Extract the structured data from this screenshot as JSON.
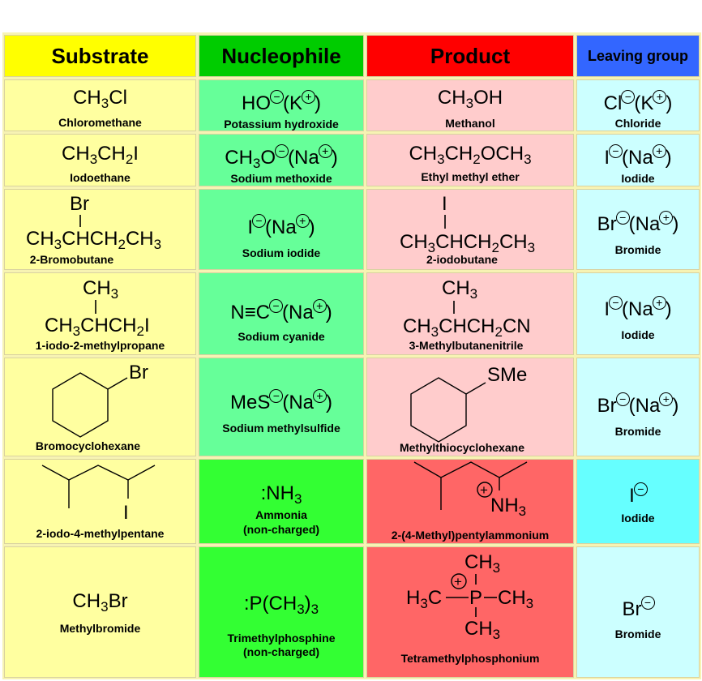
{
  "headers": {
    "substrate": "Substrate",
    "nucleophile": "Nucleophile",
    "product": "Product",
    "leaving_group": "Leaving group"
  },
  "colors": {
    "substrate_header": "#ffff00",
    "nucleophile_header": "#00cc00",
    "product_header": "#ff0000",
    "leaving_header": "#3366ff",
    "substrate_cell": "#ffffa0",
    "nucleophile_cell": "#66ff99",
    "nucleophile_cell_bright": "#33ff33",
    "product_cell": "#ffcccc",
    "product_cell_dark": "#ff6666",
    "leaving_cell": "#ccffff",
    "leaving_cell_dark": "#66ffff"
  },
  "symbols": {
    "minus": "−",
    "plus": "+"
  },
  "rows": [
    {
      "substrate": {
        "formula": [
          "CH",
          "3",
          "Cl"
        ],
        "name": "Chloromethane"
      },
      "nucleophile": {
        "formula": [
          "HO",
          "(K",
          ")"
        ],
        "name": "Potassium hydroxide"
      },
      "product": {
        "formula": [
          "CH",
          "3",
          "OH"
        ],
        "name": "Methanol"
      },
      "leaving": {
        "formula": [
          "Cl",
          "(K",
          ")"
        ],
        "name": "Chloride"
      }
    },
    {
      "substrate": {
        "formula": [
          "CH",
          "3",
          "CH",
          "2",
          "I"
        ],
        "name": "Iodoethane"
      },
      "nucleophile": {
        "formula": [
          "CH",
          "3",
          "O",
          "(Na",
          ")"
        ],
        "name": "Sodium methoxide"
      },
      "product": {
        "formula": [
          "CH",
          "3",
          "CH",
          "2",
          "OCH",
          "3"
        ],
        "name": "Ethyl methyl ether"
      },
      "leaving": {
        "formula": [
          "I",
          "(Na",
          ")"
        ],
        "name": "Iodide"
      }
    },
    {
      "substrate": {
        "top": "Br",
        "formula": [
          "CH",
          "3",
          "CHCH",
          "2",
          "CH",
          "3"
        ],
        "name": "2-Bromobutane"
      },
      "nucleophile": {
        "formula": [
          "I",
          "(Na",
          ")"
        ],
        "name": "Sodium iodide"
      },
      "product": {
        "top": "I",
        "formula": [
          "CH",
          "3",
          "CHCH",
          "2",
          "CH",
          "3"
        ],
        "name": "2-iodobutane"
      },
      "leaving": {
        "formula": [
          "Br",
          "(Na",
          ")"
        ],
        "name": "Bromide"
      }
    },
    {
      "substrate": {
        "top": [
          "CH",
          "3"
        ],
        "formula": [
          "CH",
          "3",
          "CHCH",
          "2",
          "I"
        ],
        "name": "1-iodo-2-methylpropane"
      },
      "nucleophile": {
        "formula": [
          "N",
          "≡",
          "C",
          "(Na",
          ")"
        ],
        "name": "Sodium cyanide"
      },
      "product": {
        "top": [
          "CH",
          "3"
        ],
        "formula": [
          "CH",
          "3",
          "CHCH",
          "2",
          "CN"
        ],
        "name": "3-Methylbutanenitrile"
      },
      "leaving": {
        "formula": [
          "I",
          "(Na",
          ")"
        ],
        "name": "Iodide"
      }
    },
    {
      "substrate": {
        "group": "Br",
        "name": "Bromocyclohexane"
      },
      "nucleophile": {
        "formula": [
          "MeS",
          "(Na",
          ")"
        ],
        "name": "Sodium methylsulfide"
      },
      "product": {
        "group": "SMe",
        "name": "Methylthiocyclohexane"
      },
      "leaving": {
        "formula": [
          "Br",
          "(Na",
          ")"
        ],
        "name": "Bromide"
      }
    },
    {
      "substrate": {
        "group": "I",
        "name": "2-iodo-4-methylpentane"
      },
      "nucleophile": {
        "formula": [
          ":NH",
          "3"
        ],
        "name": "Ammonia",
        "note": "(non-charged)"
      },
      "product": {
        "group": [
          "NH",
          "3"
        ],
        "name": "2-(4-Methyl)pentylammonium"
      },
      "leaving": {
        "formula": [
          "I"
        ],
        "name": "Iodide"
      }
    },
    {
      "substrate": {
        "formula": [
          "CH",
          "3",
          "Br"
        ],
        "name": "Methylbromide"
      },
      "nucleophile": {
        "formula": [
          ":P(CH",
          "3",
          ")",
          "3"
        ],
        "name": "Trimethylphosphine",
        "note": "(non-charged)"
      },
      "product": {
        "center": "P",
        "left": [
          "H",
          "3",
          "C"
        ],
        "right": [
          "CH",
          "3"
        ],
        "top": [
          "CH",
          "3"
        ],
        "bottom": [
          "CH",
          "3"
        ],
        "name": "Tetramethylphosphonium"
      },
      "leaving": {
        "formula": [
          "Br"
        ],
        "name": "Bromide"
      }
    }
  ]
}
